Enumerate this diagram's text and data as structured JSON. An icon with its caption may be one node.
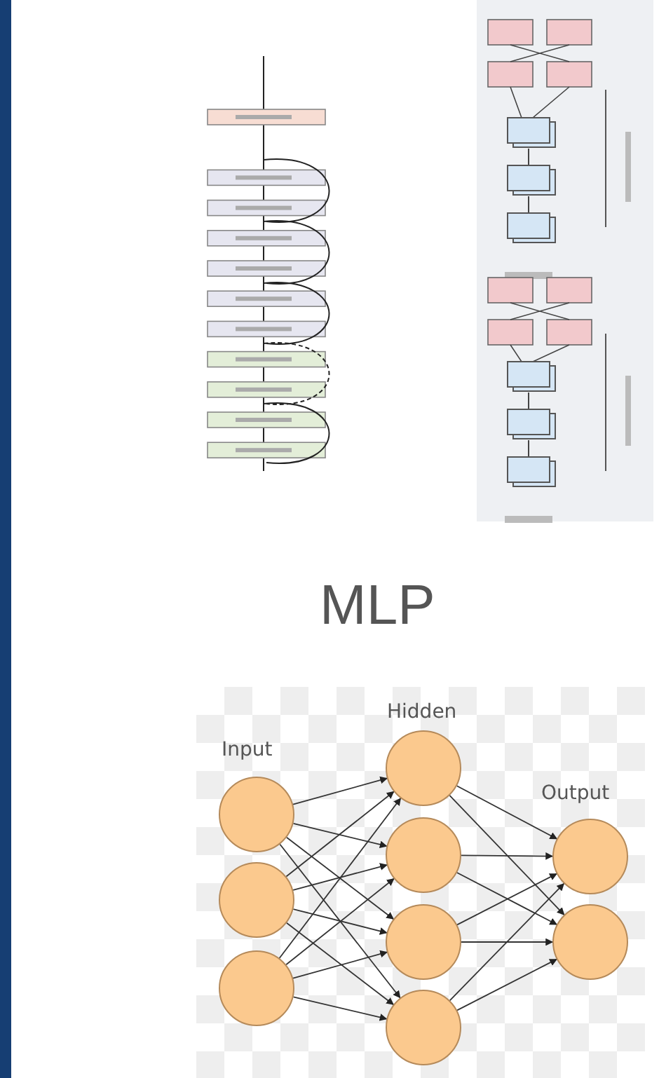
{
  "diagram": {
    "title": "MLP",
    "nodes": [
      {
        "text": [],
        "shape": "circle"
      },
      {
        "text": [],
        "shape": "circle"
      },
      {
        "text": [],
        "shape": "circle"
      },
      {
        "text": [],
        "shape": "circle"
      },
      {
        "text": [],
        "shape": "circle"
      },
      {
        "text": [],
        "shape": "circle"
      },
      {
        "text": [],
        "shape": "circle"
      },
      {
        "text": [],
        "shape": "circle"
      },
      {
        "text": [],
        "shape": "circle"
      }
    ],
    "edges": [
      {
        "from": 0,
        "to": 3,
        "arrow": "to"
      },
      {
        "from": 0,
        "to": 4,
        "arrow": "to"
      },
      {
        "from": 0,
        "to": 5,
        "arrow": "to"
      },
      {
        "from": 0,
        "to": 6,
        "arrow": "to"
      },
      {
        "from": 1,
        "to": 3,
        "arrow": "to"
      },
      {
        "from": 1,
        "to": 4,
        "arrow": "to"
      },
      {
        "from": 1,
        "to": 5,
        "arrow": "to"
      },
      {
        "from": 1,
        "to": 6,
        "arrow": "to"
      },
      {
        "from": 2,
        "to": 3,
        "arrow": "to"
      },
      {
        "from": 2,
        "to": 4,
        "arrow": "to"
      },
      {
        "from": 2,
        "to": 5,
        "arrow": "to"
      },
      {
        "from": 2,
        "to": 6,
        "arrow": "to"
      },
      {
        "from": 3,
        "to": 7,
        "arrow": "to"
      },
      {
        "from": 3,
        "to": 8,
        "arrow": "to"
      },
      {
        "from": 4,
        "to": 7,
        "arrow": "to"
      },
      {
        "from": 4,
        "to": 8,
        "arrow": "to"
      },
      {
        "from": 5,
        "to": 7,
        "arrow": "to"
      },
      {
        "from": 5,
        "to": 8,
        "arrow": "to"
      },
      {
        "from": 6,
        "to": 7,
        "arrow": "to"
      },
      {
        "from": 6,
        "to": 8,
        "arrow": "to"
      }
    ],
    "labels": [
      "Hidden",
      "Input",
      "Output"
    ]
  }
}
